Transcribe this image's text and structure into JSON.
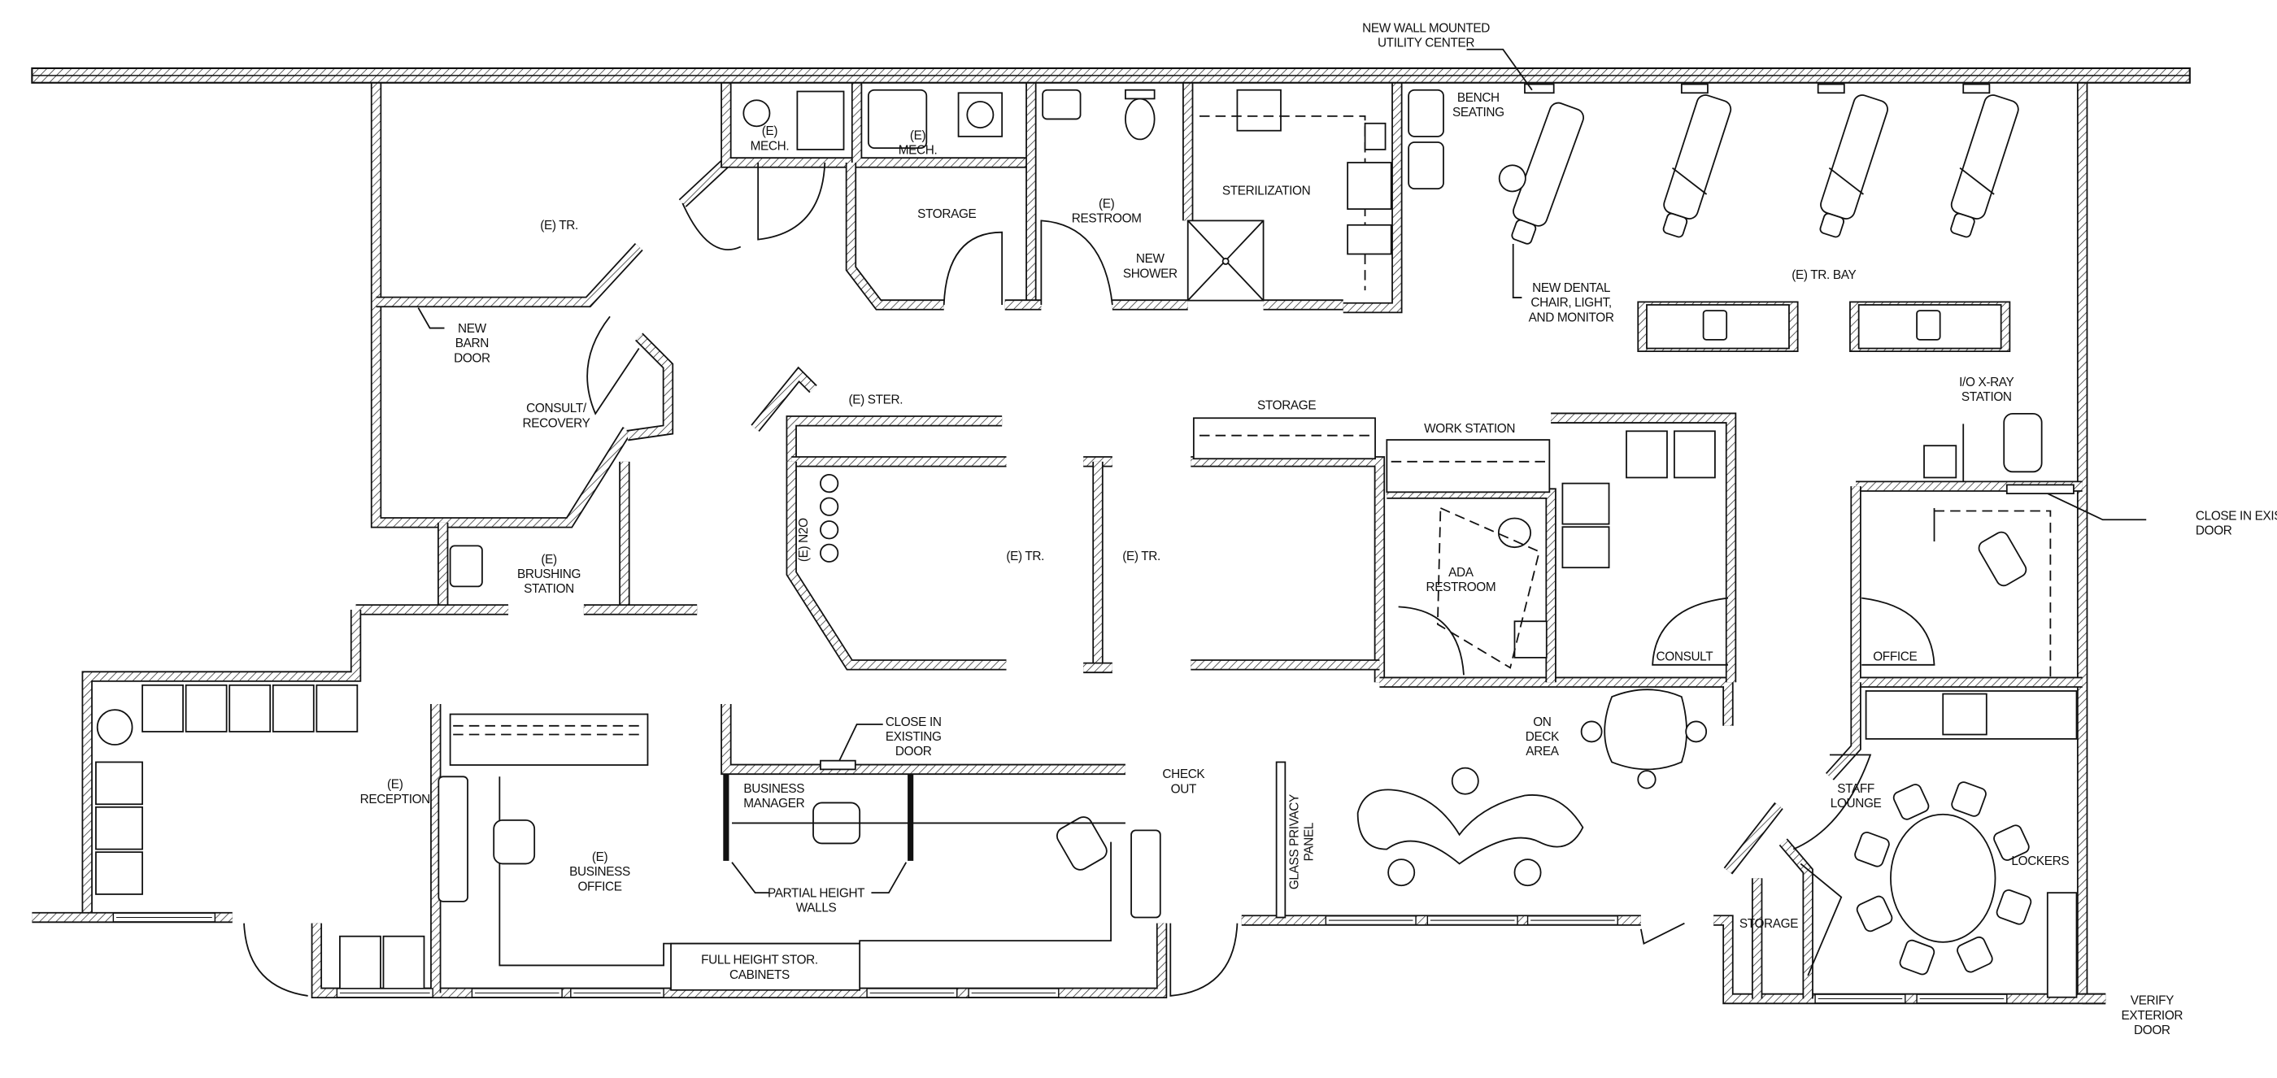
{
  "title": "Dental office floor plan",
  "labels": {
    "utility_center": [
      "NEW WALL MOUNTED",
      "UTILITY CENTER"
    ],
    "mech_1": [
      "(E)",
      "MECH."
    ],
    "mech_2": [
      "(E)",
      "MECH."
    ],
    "tr_upper_left": [
      "(E) TR."
    ],
    "storage_upper": [
      "STORAGE"
    ],
    "restroom": [
      "(E)",
      "RESTROOM"
    ],
    "new_shower": [
      "NEW",
      "SHOWER"
    ],
    "sterilization": [
      "STERILIZATION"
    ],
    "bench_seating": [
      "BENCH",
      "SEATING"
    ],
    "new_dental_chair": [
      "NEW DENTAL",
      "CHAIR, LIGHT,",
      "AND MONITOR"
    ],
    "tr_bay": [
      "(E) TR. BAY"
    ],
    "new_barn_door": [
      "NEW",
      "BARN",
      "DOOR"
    ],
    "consult_recovery": [
      "CONSULT/",
      "RECOVERY"
    ],
    "ster": [
      "(E)  STER."
    ],
    "storage_mid": [
      "STORAGE"
    ],
    "work_station": [
      "WORK STATION"
    ],
    "xray_station": [
      "I/O X-RAY",
      "STATION"
    ],
    "close_in_door_right": [
      "CLOSE IN EXISTING",
      "DOOR"
    ],
    "n2o": [
      "(E) N2O"
    ],
    "tr_center_left": [
      "(E) TR."
    ],
    "tr_center_right": [
      "(E) TR."
    ],
    "brushing_station": [
      "(E)",
      "BRUSHING",
      "STATION"
    ],
    "ada_restroom": [
      "ADA",
      "RESTROOM"
    ],
    "consult": [
      "CONSULT"
    ],
    "office": [
      "OFFICE"
    ],
    "on_deck_area": [
      "ON",
      "DECK",
      "AREA"
    ],
    "close_in_door_center": [
      "CLOSE IN",
      "EXISTING",
      "DOOR"
    ],
    "reception": [
      "(E)",
      "RECEPTION"
    ],
    "business_manager": [
      "BUSINESS",
      "MANAGER"
    ],
    "check_out": [
      "CHECK",
      "OUT"
    ],
    "staff_lounge": [
      "STAFF",
      "LOUNGE"
    ],
    "glass_privacy_panel": [
      "GLASS PRIVACY",
      "PANEL"
    ],
    "business_office": [
      "(E)",
      "BUSINESS",
      "OFFICE"
    ],
    "lockers": [
      "LOCKERS"
    ],
    "partial_height_walls": [
      "PARTIAL HEIGHT",
      "WALLS"
    ],
    "storage_lower": [
      "STORAGE"
    ],
    "full_height_cabinets": [
      "FULL HEIGHT STOR.",
      "CABINETS"
    ],
    "verify_exterior_door": [
      "VERIFY",
      "EXTERIOR",
      "DOOR"
    ]
  }
}
